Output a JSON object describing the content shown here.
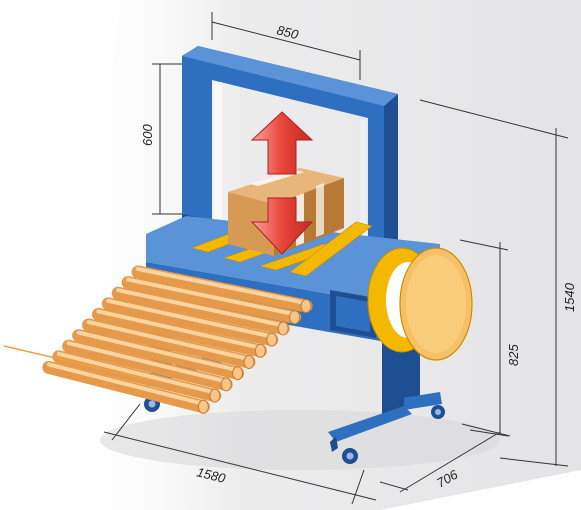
{
  "dimensions": {
    "frame_width": "850",
    "arch_height": "600",
    "overall_height": "1540",
    "table_height": "825",
    "length": "1580",
    "depth": "706"
  },
  "colors": {
    "frame": "#2f6fc0",
    "frame_dark": "#1f4f93",
    "frame_light": "#5b93d8",
    "roller": "#f3b36a",
    "roller_end": "#e08a2e",
    "strap": "#f5b800",
    "box": "#d79a55",
    "box_dark": "#b87935",
    "arrow": "#e8443a",
    "reel": "#f7c064",
    "background_shade": "#e9e9ea"
  }
}
